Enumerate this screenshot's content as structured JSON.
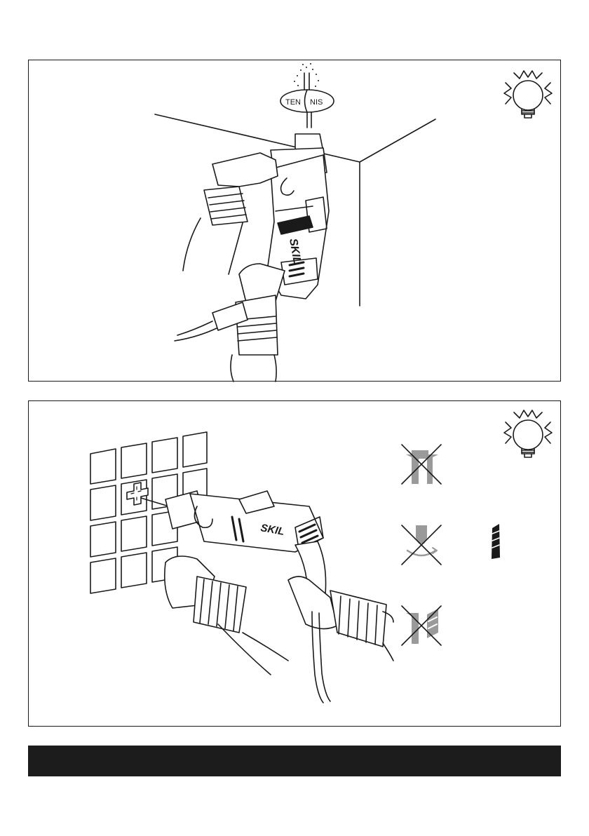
{
  "panel1": {
    "ball_label_left": "TEN",
    "ball_label_right": "NIS",
    "brand": "SKIL",
    "icon": "light-bulb-icon"
  },
  "panel2": {
    "brand": "SKIL",
    "icon": "light-bulb-icon",
    "mode_icons": [
      "no-hammer-drill-icon",
      "no-rotation-icon",
      "no-chisel-icon"
    ],
    "accessory_icon": "drill-bit-icon"
  },
  "colors": {
    "line": "#1a1a1a",
    "gray": "#9a9a9a",
    "footer": "#1c1c1c"
  }
}
